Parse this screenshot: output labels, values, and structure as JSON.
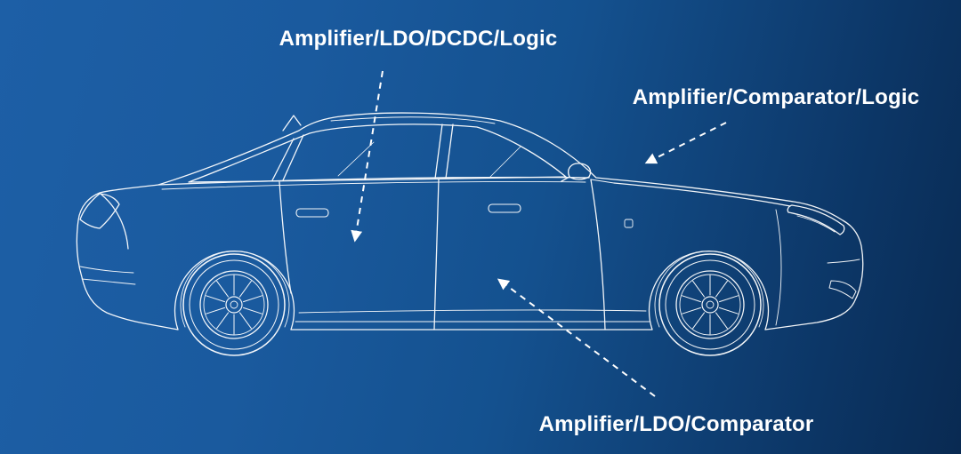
{
  "background": {
    "gradient_left": "#1d5fa6",
    "gradient_mid": "#14518f",
    "gradient_right": "#092a52"
  },
  "stroke_color": "#ffffff",
  "illustration": "sedan-side-view-blueprint-outline",
  "annotations": [
    {
      "text": "Amplifier/LDO/DCDC/Logic",
      "target": "front-door-area",
      "arrow": "dashed"
    },
    {
      "text": "Amplifier/Comparator/Logic",
      "target": "windshield-mirror-area",
      "arrow": "dashed"
    },
    {
      "text": "Amplifier/LDO/Comparator",
      "target": "door-sill-area",
      "arrow": "dashed"
    }
  ]
}
